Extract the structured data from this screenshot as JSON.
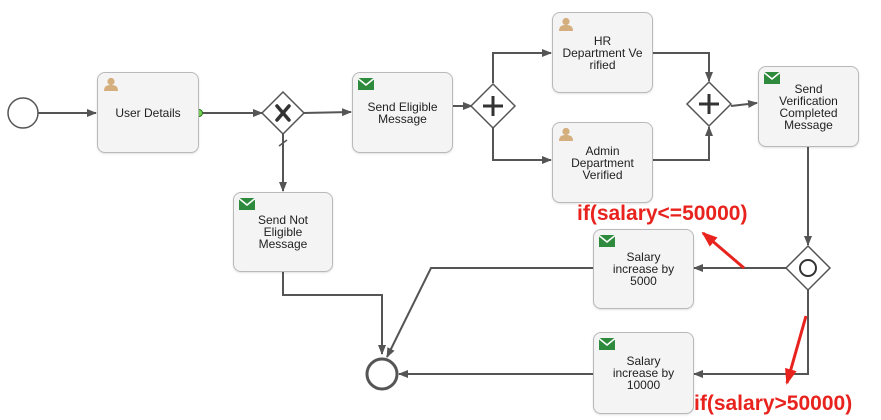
{
  "tasks": {
    "user_details": {
      "label": "User Details",
      "icon": "user-icon"
    },
    "send_eligible": {
      "label": "Send Eligible\nMessage",
      "icon": "envelope-icon"
    },
    "hr_verified": {
      "label": "HR\nDepartment Ve\nrified",
      "icon": "user-icon"
    },
    "admin_verified": {
      "label": "Admin\nDepartment\nVerified",
      "icon": "user-icon"
    },
    "send_verification": {
      "label": "Send\nVerification\nCompleted\nMessage",
      "icon": "envelope-icon"
    },
    "send_not_eligible": {
      "label": "Send Not\nEligible Message",
      "icon": "envelope-icon"
    },
    "salary_5000": {
      "label": "Salary\nincrease by\n5000",
      "icon": "envelope-icon"
    },
    "salary_10000": {
      "label": "Salary\nincrease by\n10000",
      "icon": "envelope-icon"
    }
  },
  "gateways": {
    "eligibility": "exclusive-gateway",
    "split": "parallel-gateway",
    "join": "parallel-gateway",
    "salary": "inclusive-gateway"
  },
  "annotations": {
    "condition_low": "if(salary<=50000)",
    "condition_high": "if(salary>50000)"
  },
  "colors": {
    "flow": "#555555",
    "annotation": "#e8231e",
    "user_icon": "#d4ae7c",
    "envelope_icon": "#2e8b3d",
    "task_fill": "#f4f4f4"
  }
}
